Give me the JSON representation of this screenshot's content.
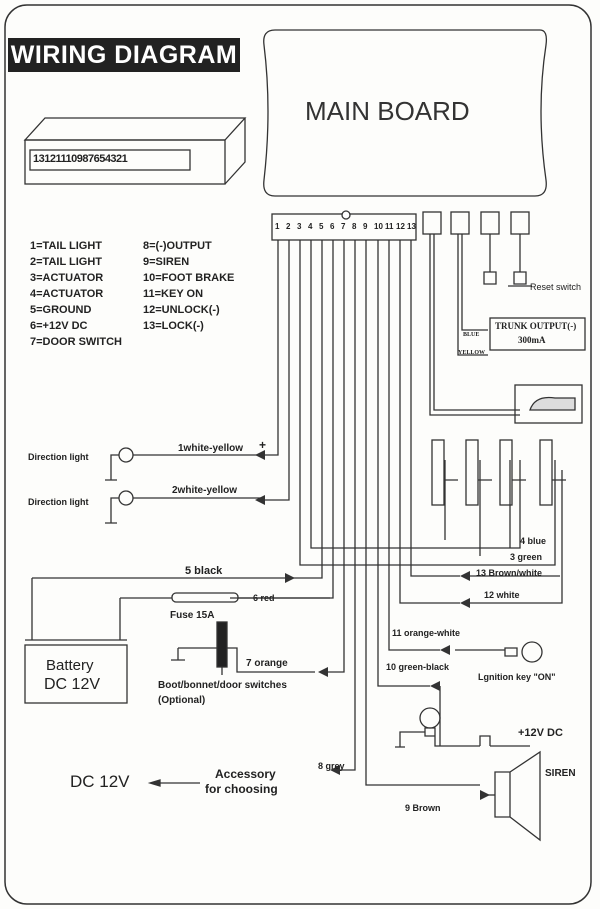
{
  "title": "WIRING DIAGRAM",
  "main_board": "MAIN BOARD",
  "connector_numbers": "13121110987654321",
  "pin_header": [
    "1",
    "2",
    "3",
    "4",
    "5",
    "6",
    "7",
    "8",
    "9",
    "10",
    "11",
    "12",
    "13"
  ],
  "legend": [
    "1=TAIL LIGHT",
    "2=TAIL LIGHT",
    "3=ACTUATOR",
    "4=ACTUATOR",
    "5=GROUND",
    "6=+12V DC",
    "7=DOOR SWITCH",
    "8=(-)OUTPUT",
    "9=SIREN",
    "10=FOOT BRAKE",
    "11=KEY ON",
    "12=UNLOCK(-)",
    "13=LOCK(-)"
  ],
  "reset_switch": "Reset switch",
  "trunk": {
    "title": "TRUNK OUTPUT(-)",
    "rating": "300mA",
    "blue": "BLUE",
    "yellow": "YELLOW"
  },
  "direction_light": "Direction light",
  "wires": {
    "w1": "1white-yellow",
    "w2": "2white-yellow",
    "w3": "3 green",
    "w4": "4 blue",
    "w5": "5 black",
    "w6": "6 red",
    "w7": "7 orange",
    "w8": "8 grey",
    "w9": "9 Brown",
    "w10": "10 green-black",
    "w11": "11 orange-white",
    "w12": "12 white",
    "w13": "13 Brown/white"
  },
  "fuse": "Fuse 15A",
  "battery": {
    "line1": "Battery",
    "line2": "DC 12V"
  },
  "switches": {
    "line1": "Boot/bonnet/door switches",
    "line2": "(Optional)"
  },
  "ignition": "Lgnition key  \"ON\"",
  "plus12": "+12V DC",
  "siren": "SIREN",
  "accessory": {
    "line1": "Accessory",
    "line2": "for choosing"
  },
  "dc12": "DC 12V",
  "signs": {
    "plus": "+",
    "minus": "-"
  }
}
